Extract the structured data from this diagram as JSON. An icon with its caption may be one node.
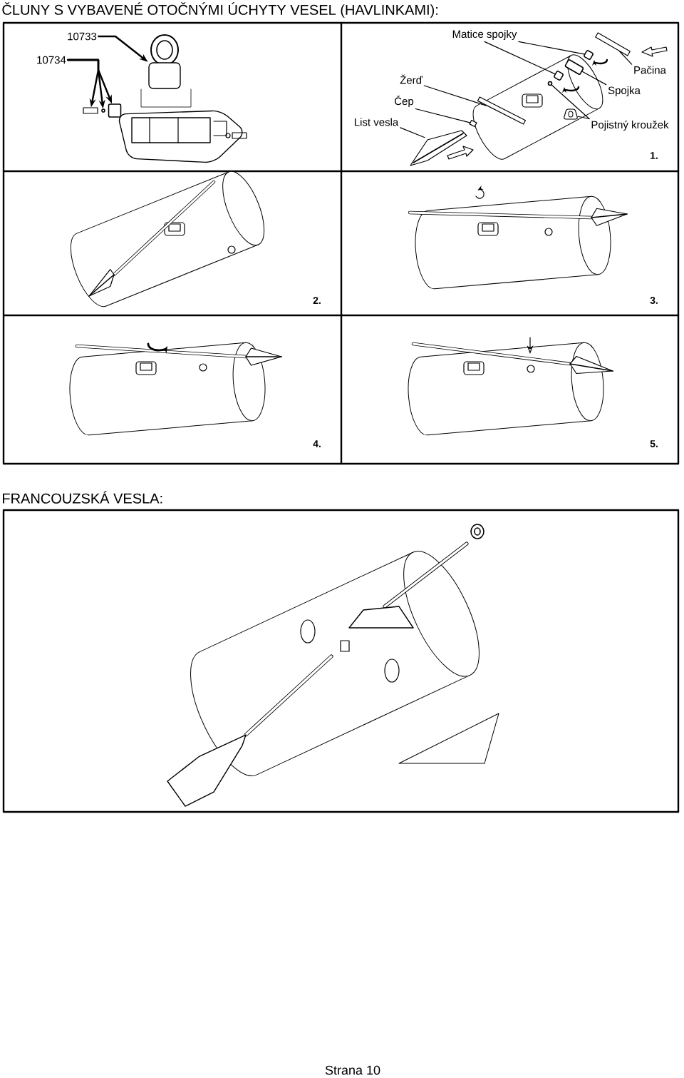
{
  "diagram": {
    "title": "ČLUNY S VYBAVENÉ OTOČNÝMI ÚCHYTY VESEL (HAVLINKAMI):",
    "nodes": [
      {
        "text": [
          "10733"
        ]
      },
      {
        "text": [
          "10734"
        ]
      },
      {
        "text": [
          "Matice spojky"
        ]
      },
      {
        "text": [
          "Žerď"
        ]
      },
      {
        "text": [
          "Čep"
        ]
      },
      {
        "text": [
          "List vesla"
        ]
      },
      {
        "text": [
          "Pačina"
        ]
      },
      {
        "text": [
          "Spojka"
        ]
      },
      {
        "text": [
          "Pojistný kroužek"
        ]
      },
      {
        "text": [],
        "shape": "picture"
      },
      {
        "text": [],
        "shape": "bar"
      },
      {
        "text": [],
        "shape": "circle"
      },
      {
        "text": [],
        "shape": "cylinder"
      },
      {
        "text": [],
        "shape": "cylinder"
      },
      {
        "text": [],
        "shape": "cylinder"
      },
      {
        "text": [],
        "shape": "bar"
      },
      {
        "text": [],
        "shape": "bar"
      },
      {
        "text": [],
        "shape": "picture"
      },
      {
        "text": [],
        "shape": "bar"
      },
      {
        "text": [],
        "shape": "cylinder"
      },
      {
        "text": [],
        "shape": "circle"
      },
      {
        "text": [],
        "shape": "picture"
      }
    ],
    "edges": [
      {
        "from": 0,
        "to": 9,
        "arrow": "to"
      },
      {
        "from": 1,
        "to": 10,
        "arrow": "to"
      },
      {
        "from": 1,
        "to": 11,
        "arrow": "to"
      },
      {
        "from": 1,
        "to": 12,
        "arrow": "to"
      },
      {
        "from": 2,
        "to": 13,
        "arrow": "none"
      },
      {
        "from": 2,
        "to": 14,
        "arrow": "none"
      },
      {
        "from": 3,
        "to": 15,
        "arrow": "none"
      },
      {
        "from": 4,
        "to": 16,
        "arrow": "none"
      },
      {
        "from": 5,
        "to": 17,
        "arrow": "none"
      },
      {
        "from": 6,
        "to": 18,
        "arrow": "none"
      },
      {
        "from": 7,
        "to": 19,
        "arrow": "none"
      },
      {
        "from": 8,
        "to": 20,
        "arrow": "none"
      },
      {
        "from": 8,
        "to": 21,
        "arrow": "none"
      }
    ],
    "labels": [
      "1.",
      "2.",
      "3.",
      "4.",
      "5.",
      "FRANCOUZSKÁ VESLA:",
      "Strana 10"
    ]
  }
}
